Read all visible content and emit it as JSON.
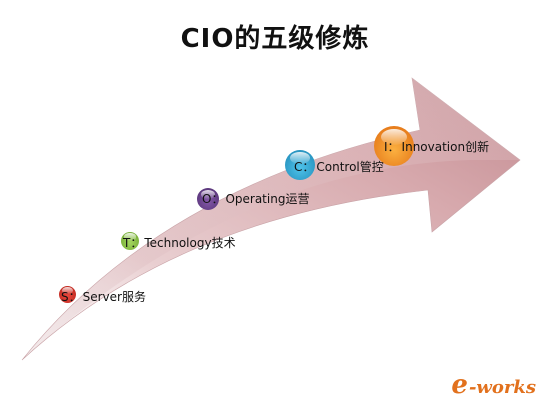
{
  "title": "CIO的五级修炼",
  "stages": [
    {
      "letter": "S：",
      "label": "Server服务",
      "color": "#d9342b"
    },
    {
      "letter": "T：",
      "label": "Technology技术",
      "color": "#8cc63f"
    },
    {
      "letter": "O：",
      "label": "Operating运营",
      "color": "#6a3d8f"
    },
    {
      "letter": "C：",
      "label": "Control管控",
      "color": "#29a9d8"
    },
    {
      "letter": "I：",
      "label": "Innovation创新",
      "color": "#f7941d"
    }
  ],
  "logo": {
    "mark": "e",
    "text": "-works"
  },
  "colors": {
    "arrow_light": "#f6ecec",
    "arrow_mid": "#e2c2c4",
    "arrow_dark": "#c7959a"
  }
}
